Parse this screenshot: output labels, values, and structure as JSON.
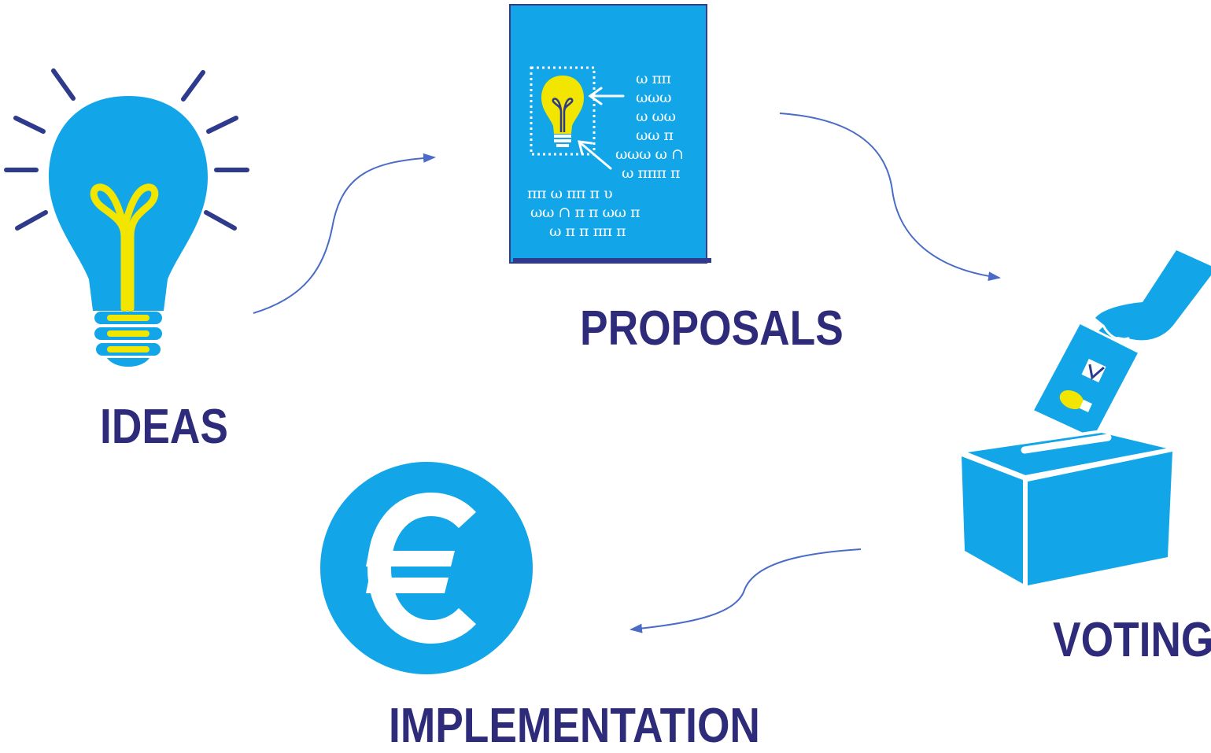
{
  "stages": [
    {
      "id": "ideas",
      "label": "IDEAS",
      "icon": "lightbulb-icon"
    },
    {
      "id": "proposals",
      "label": "PROPOSALS",
      "icon": "proposal-document-icon"
    },
    {
      "id": "voting",
      "label": "VOTING",
      "icon": "ballot-box-icon"
    },
    {
      "id": "implementation",
      "label": "IMPLEMENTATION",
      "icon": "euro-coin-icon"
    }
  ],
  "flow": [
    "ideas",
    "proposals",
    "voting",
    "implementation"
  ],
  "document_scribbles": [
    "ω ππ",
    "ωωω",
    "ω ωω",
    "ωω π",
    "ωωω ω ∩",
    "ω πππ π",
    "ππ ω ππ π υ",
    "ωω ∩ π π ωω π",
    "ω π π ππ π"
  ],
  "colors": {
    "icon_fill": "#12A6E8",
    "icon_outline": "#3A3A8C",
    "bulb_filament": "#F2E600",
    "label_text": "#2E2C7A",
    "arrow": "#4A6CC6",
    "background": "#FFFFFF"
  }
}
